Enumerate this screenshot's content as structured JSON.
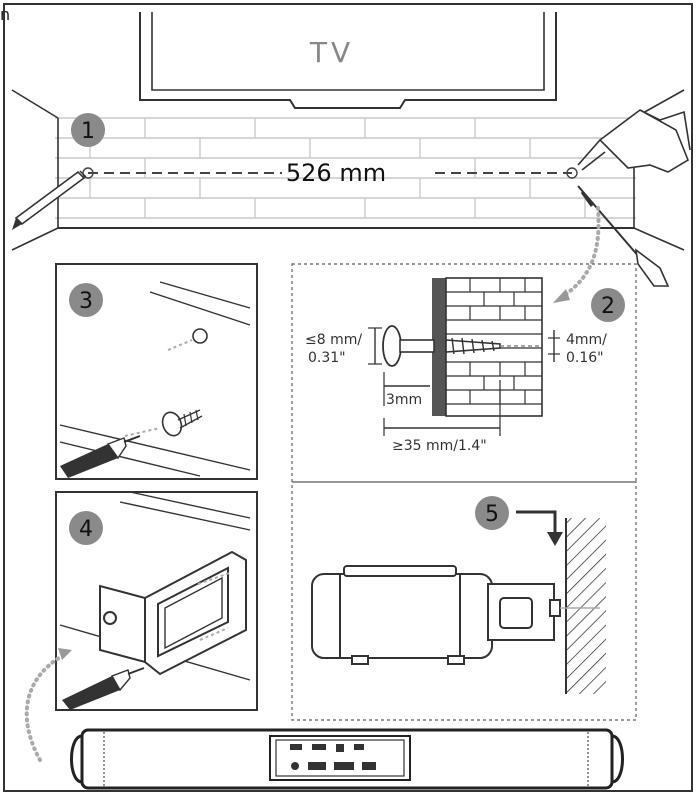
{
  "corner_mark": "n",
  "tv_label": "TV",
  "distance_label": "526 mm",
  "steps": {
    "s1": "1",
    "s2": "2",
    "s3": "3",
    "s4": "4",
    "s5": "5"
  },
  "screw_specs": {
    "head_line1": "≤8 mm/",
    "head_line2": "0.31\"",
    "shaft_line1": "4mm/",
    "shaft_line2": "0.16\"",
    "gap": "3mm",
    "depth": "≥35 mm/1.4\""
  }
}
